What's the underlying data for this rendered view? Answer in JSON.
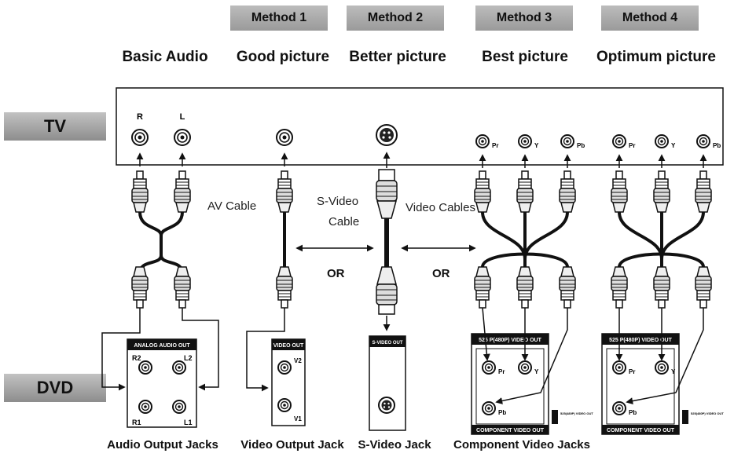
{
  "methods": [
    "Method 1",
    "Method 2",
    "Method 3",
    "Method 4"
  ],
  "qualities": {
    "basic": "Basic Audio",
    "good": "Good picture",
    "better": "Better picture",
    "best": "Best picture",
    "optimum": "Optimum picture"
  },
  "devices": {
    "tv": "TV",
    "dvd": "DVD"
  },
  "tv_jacks": {
    "right": "R",
    "left": "L",
    "pr": "Pr",
    "y": "Y",
    "pb": "Pb"
  },
  "cables": {
    "av": "AV Cable",
    "svideo_line1": "S-Video",
    "svideo_line2": "Cable",
    "video": "Video Cables",
    "or": "OR"
  },
  "panels": {
    "analog_audio_out": "ANALOG AUDIO OUT",
    "audio_r2": "R2",
    "audio_l2": "L2",
    "audio_r1": "R1",
    "audio_l1": "L1",
    "video_out": "VIDEO OUT",
    "video_v2": "V2",
    "video_v1": "V1",
    "svideo_out": "S-VIDEO OUT",
    "component_header": "525 P(480P) VIDEO OUT",
    "component_footer": "COMPONENT VIDEO OUT",
    "component_switch": "525(480P) VIDEO OUT"
  },
  "bottom_labels": {
    "audio": "Audio Output Jacks",
    "video": "Video Output Jack",
    "svideo": "S-Video Jack",
    "component": "Component Video Jacks"
  }
}
